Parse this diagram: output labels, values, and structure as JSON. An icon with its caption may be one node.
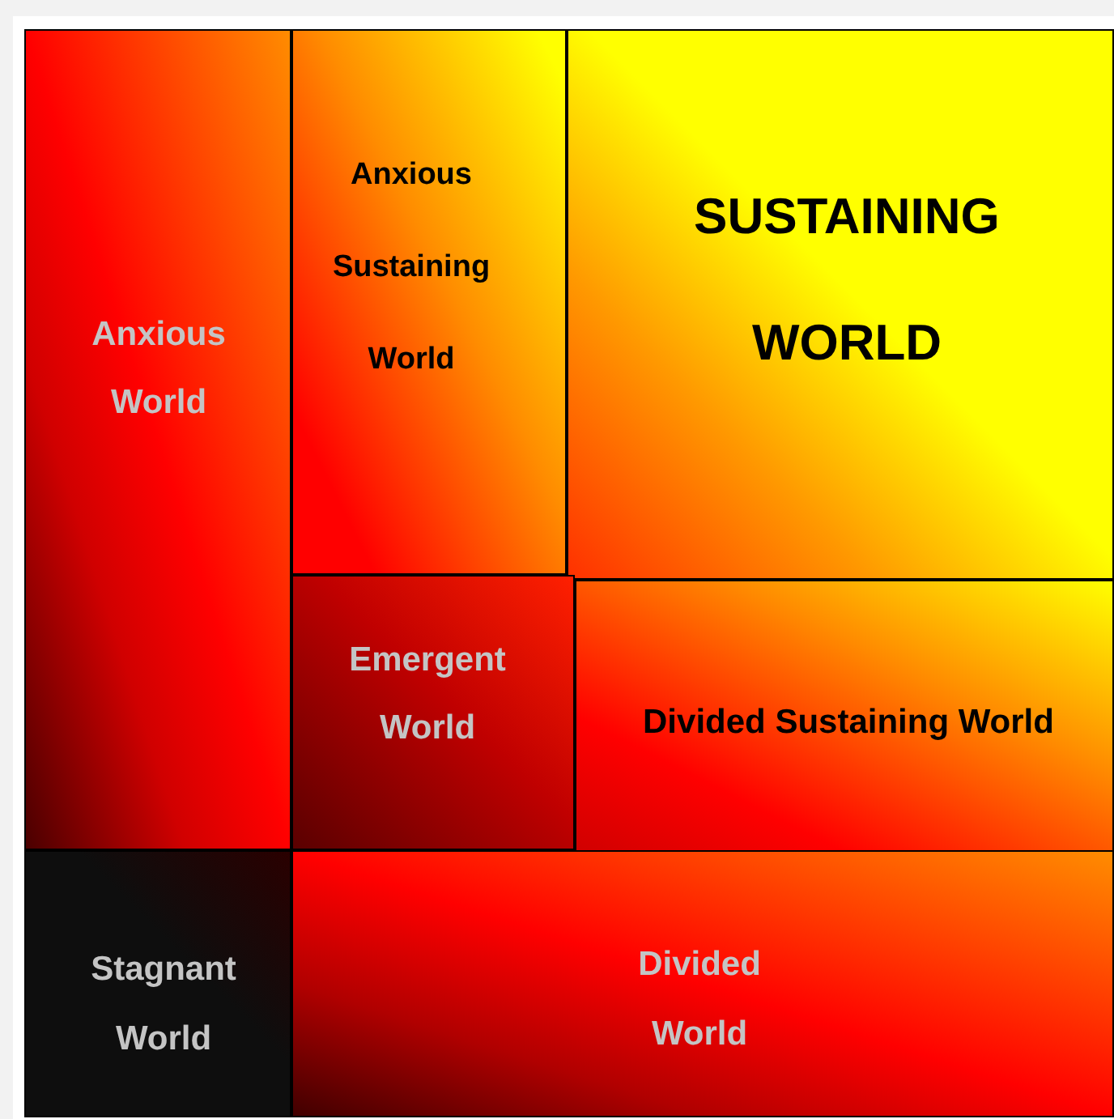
{
  "diagram": {
    "nodes": [
      {
        "text": [
          "Anxious World"
        ]
      },
      {
        "text": [
          "Anxious Sustaining World"
        ]
      },
      {
        "text": [
          "SUSTAINING WORLD"
        ]
      },
      {
        "text": [
          "Emergent World"
        ]
      },
      {
        "text": [
          "Divided Sustaining World"
        ]
      },
      {
        "text": [
          "Stagnant World"
        ]
      },
      {
        "text": [
          "Divided World"
        ]
      }
    ]
  }
}
